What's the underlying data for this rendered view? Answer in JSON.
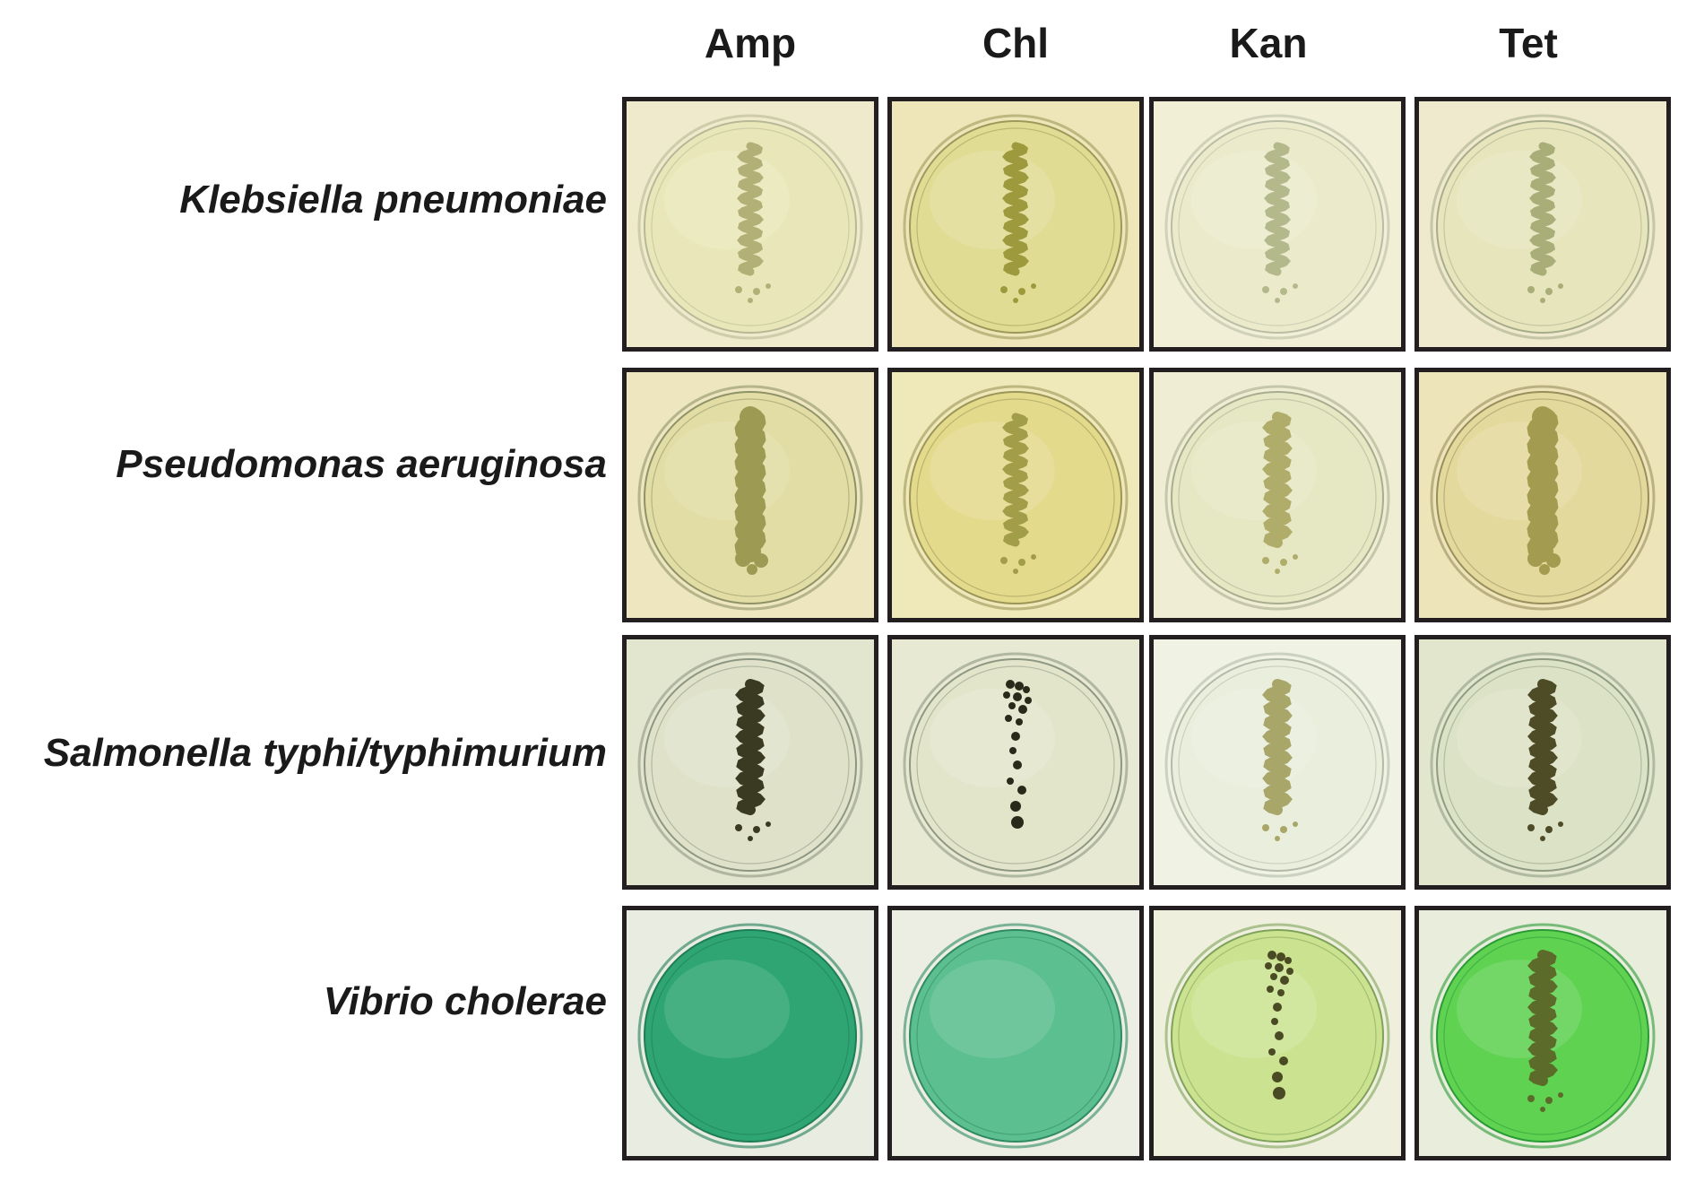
{
  "column_headers": [
    "Amp",
    "Chl",
    "Kan",
    "Tet"
  ],
  "rows": [
    {
      "label": "Klebsiella pneumoniae",
      "plates": [
        {
          "antibiotic": "Amp",
          "bg": "#efeacc",
          "agar": "#e9e7b9",
          "rim": "#b7b895",
          "growth": "#b2b077",
          "pattern": "thin"
        },
        {
          "antibiotic": "Chl",
          "bg": "#eee6b8",
          "agar": "#e1dc94",
          "rim": "#9c9a5a",
          "growth": "#9d9a3e",
          "pattern": "thin"
        },
        {
          "antibiotic": "Kan",
          "bg": "#f1efd6",
          "agar": "#ebebcc",
          "rim": "#b9bda5",
          "growth": "#b4b98c",
          "pattern": "thin"
        },
        {
          "antibiotic": "Tet",
          "bg": "#efeacd",
          "agar": "#e6e5bc",
          "rim": "#a7ad8c",
          "growth": "#a9ad78",
          "pattern": "thin"
        }
      ]
    },
    {
      "label": "Pseudomonas aeruginosa",
      "plates": [
        {
          "antibiotic": "Amp",
          "bg": "#ede6be",
          "agar": "#e2dda4",
          "rim": "#8f9268",
          "growth": "#9d9a54",
          "pattern": "thick"
        },
        {
          "antibiotic": "Chl",
          "bg": "#efe8b9",
          "agar": "#e3da8c",
          "rim": "#9c9558",
          "growth": "#a29d48",
          "pattern": "thin"
        },
        {
          "antibiotic": "Kan",
          "bg": "#efedd3",
          "agar": "#e6e7c3",
          "rim": "#a8ad90",
          "growth": "#b0ac6a",
          "pattern": "wave"
        },
        {
          "antibiotic": "Tet",
          "bg": "#eee4ba",
          "agar": "#e4d99c",
          "rim": "#978e5c",
          "growth": "#a39b4f",
          "pattern": "thick"
        }
      ]
    },
    {
      "label": "Salmonella typhi/typhimurium",
      "plates": [
        {
          "antibiotic": "Amp",
          "bg": "#e3e6ce",
          "agar": "#dfe2c9",
          "rim": "#8d9682",
          "growth": "#3a3a22",
          "pattern": "wave"
        },
        {
          "antibiotic": "Chl",
          "bg": "#e7e9d3",
          "agar": "#e3e5cb",
          "rim": "#8d9782",
          "growth": "#2a2a1a",
          "pattern": "dots"
        },
        {
          "antibiotic": "Kan",
          "bg": "#f0f2e4",
          "agar": "#eaeedc",
          "rim": "#b3bba8",
          "growth": "#a9a66a",
          "pattern": "wave"
        },
        {
          "antibiotic": "Tet",
          "bg": "#e2e6cd",
          "agar": "#dce2c5",
          "rim": "#8f9c82",
          "growth": "#4e4b27",
          "pattern": "wave"
        }
      ]
    },
    {
      "label": "Vibrio cholerae",
      "plates": [
        {
          "antibiotic": "Amp",
          "bg": "#e9ece0",
          "agar": "#2ea572",
          "rim": "#1f7d55",
          "growth": "#2ea572",
          "pattern": "none"
        },
        {
          "antibiotic": "Chl",
          "bg": "#eceee3",
          "agar": "#5cbf90",
          "rim": "#2f8a62",
          "growth": "#5cbf90",
          "pattern": "none"
        },
        {
          "antibiotic": "Kan",
          "bg": "#eef0dd",
          "agar": "#cbe391",
          "rim": "#7fa15a",
          "growth": "#4a4a24",
          "pattern": "dots"
        },
        {
          "antibiotic": "Tet",
          "bg": "#e8eddc",
          "agar": "#5fd252",
          "rim": "#2a9a35",
          "growth": "#5d6b2a",
          "pattern": "wave"
        }
      ]
    }
  ]
}
